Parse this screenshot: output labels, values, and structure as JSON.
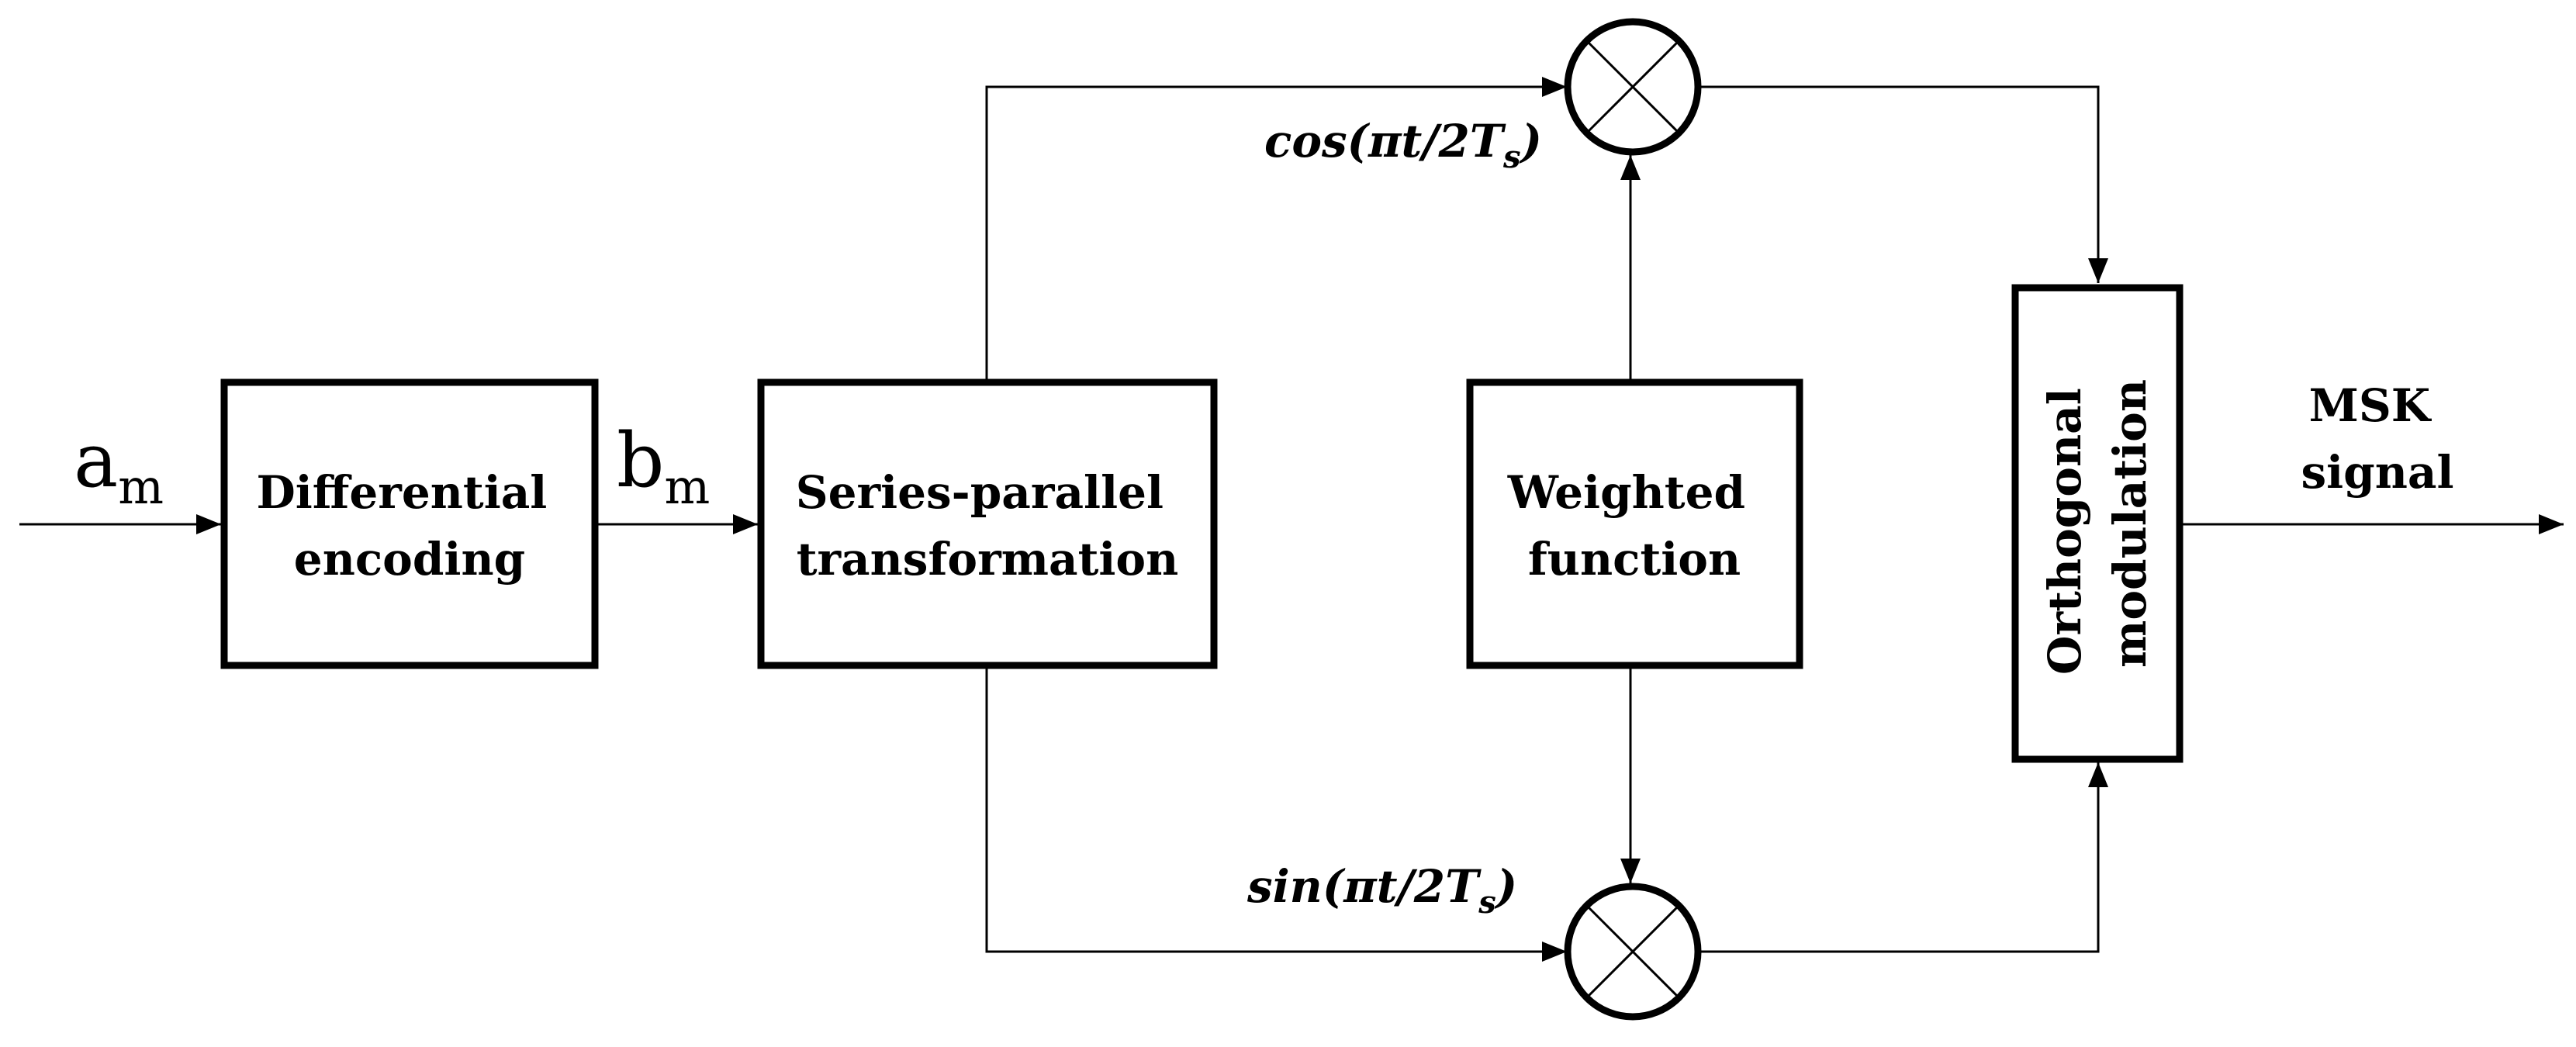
{
  "blocks": {
    "differential": [
      "Differential",
      "encoding"
    ],
    "serial_parallel": [
      "Series-parallel",
      "transformation"
    ],
    "weighted": [
      "Weighted",
      "function"
    ],
    "orthogonal": [
      "Orthogonal",
      "modulation"
    ]
  },
  "signals": {
    "input": {
      "base": "a",
      "sub": "m"
    },
    "encoded": {
      "base": "b",
      "sub": "m"
    },
    "output": [
      "MSK",
      "signal"
    ]
  },
  "carriers": {
    "cos": {
      "main": "cos(πt/2T",
      "sub": "s",
      "close": ")"
    },
    "sin": {
      "main": "sin(πt/2T",
      "sub": "s",
      "close": ")"
    }
  }
}
